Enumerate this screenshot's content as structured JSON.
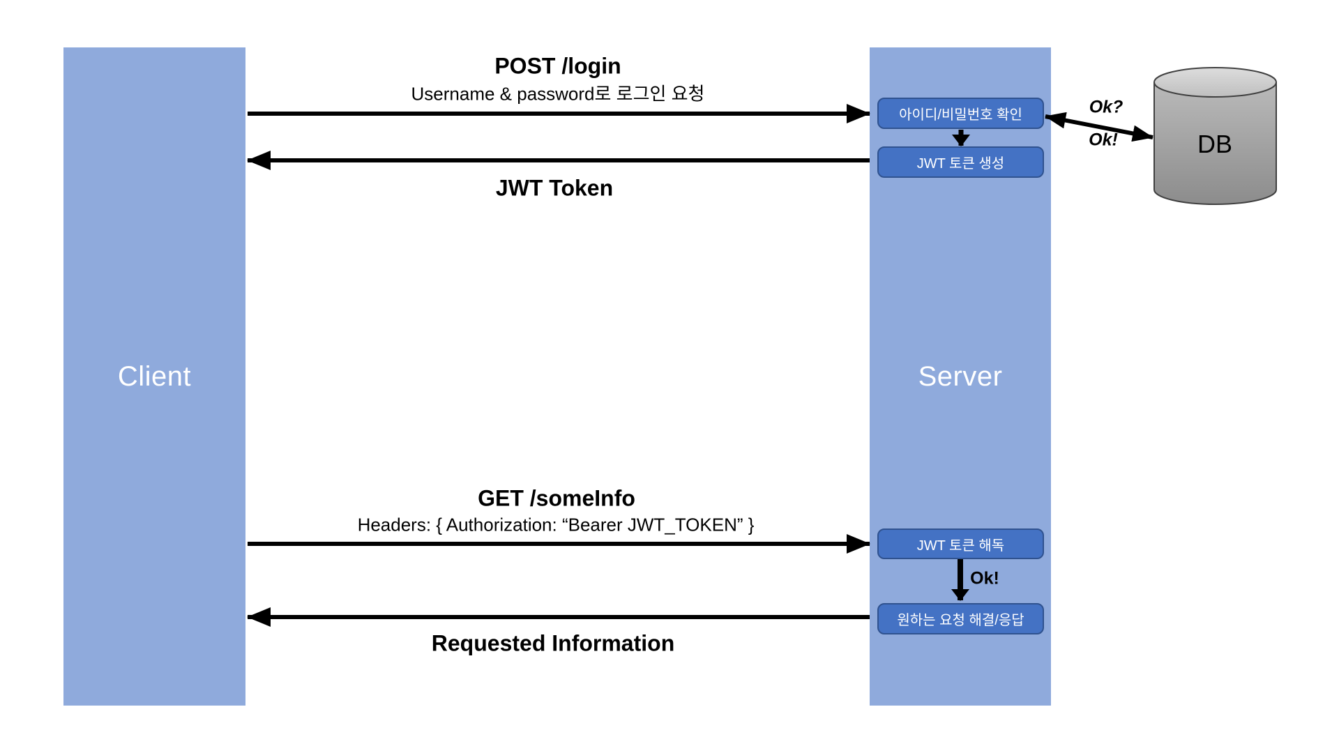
{
  "diagram": {
    "client": {
      "label": "Client"
    },
    "server": {
      "label": "Server"
    },
    "db": {
      "label": "DB"
    },
    "server_steps": [
      {
        "label": "아이디/비밀번호 확인"
      },
      {
        "label": "JWT 토큰 생성"
      },
      {
        "label": "JWT 토큰 해독"
      },
      {
        "label": "원하는 요청 해결/응답"
      }
    ],
    "messages": [
      {
        "title": "POST /login",
        "subtitle": "Username & password로 로그인 요청",
        "direction": "client-to-server"
      },
      {
        "title": "JWT Token",
        "direction": "server-to-client"
      },
      {
        "title": "GET /someInfo",
        "subtitle": "Headers: { Authorization: “Bearer JWT_TOKEN” }",
        "direction": "client-to-server"
      },
      {
        "title": "Requested Information",
        "direction": "server-to-client"
      }
    ],
    "db_arrow_labels": {
      "request": "Ok?",
      "response": "Ok!"
    },
    "token_check_result_label": "Ok!",
    "colors": {
      "lane": "#8FAADC",
      "step-fill": "#4472C4",
      "step-border": "#2F528F",
      "arrow": "#000000",
      "lane-text": "#FFFFFF",
      "db-top": "#D9D9D9",
      "db-body": "#A6A6A6"
    }
  }
}
